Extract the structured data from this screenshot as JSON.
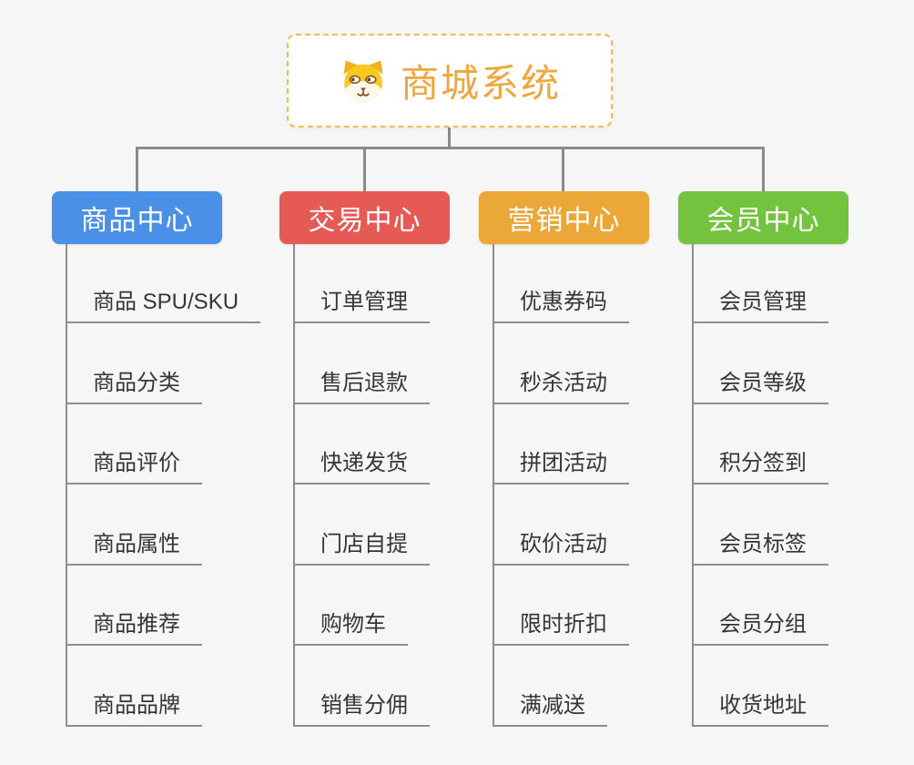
{
  "root": {
    "title": "商城系统",
    "icon": "dog-face-icon"
  },
  "colors": {
    "canvas_background": "#f5f6f5",
    "root_text": "#f0a63e",
    "root_border": "#f3bb57",
    "connector": "#8a8a8a",
    "leaf_text": "#353535",
    "branch_product": "#4a90e8",
    "branch_trade": "#e65a55",
    "branch_marketing": "#eba737",
    "branch_member": "#74c33e"
  },
  "branches": [
    {
      "label": "商品中心",
      "color": "#4a90e8",
      "items": [
        "商品 SPU/SKU",
        "商品分类",
        "商品评价",
        "商品属性",
        "商品推荐",
        "商品品牌"
      ]
    },
    {
      "label": "交易中心",
      "color": "#e65a55",
      "items": [
        "订单管理",
        "售后退款",
        "快递发货",
        "门店自提",
        "购物车",
        "销售分佣"
      ]
    },
    {
      "label": "营销中心",
      "color": "#eba737",
      "items": [
        "优惠券码",
        "秒杀活动",
        "拼团活动",
        "砍价活动",
        "限时折扣",
        "满减送"
      ]
    },
    {
      "label": "会员中心",
      "color": "#74c33e",
      "items": [
        "会员管理",
        "会员等级",
        "积分签到",
        "会员标签",
        "会员分组",
        "收货地址"
      ]
    }
  ]
}
